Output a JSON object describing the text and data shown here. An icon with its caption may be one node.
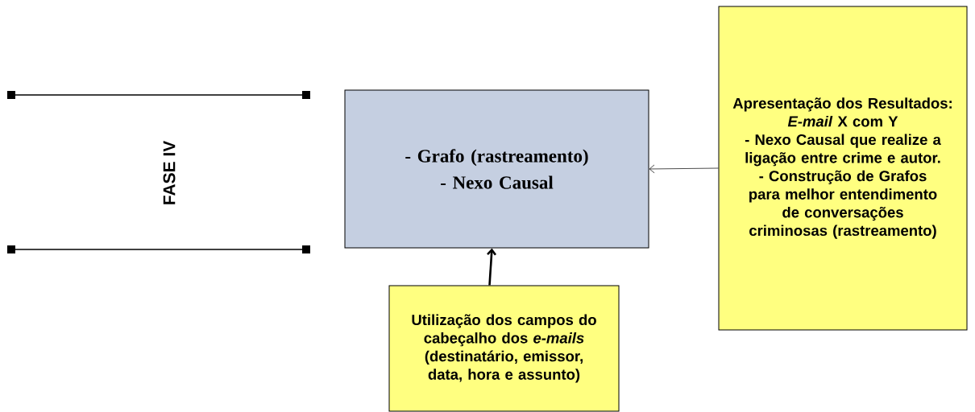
{
  "diagram": {
    "nodes": [
      {
        "text": [
          "- Grafo (rastreamento)",
          "- Nexo Causal"
        ]
      },
      {
        "text": [
          "Apresentação dos Resultados:",
          "*E-mail* X com Y",
          "- Nexo Causal que realize a ligação entre crime e autor.",
          "- Construção de Grafos para melhor entendimento de conversações criminosas (rastreamento)"
        ]
      },
      {
        "text": [
          "Utilização dos campos do cabeçalho dos *e-mails* (destinatário, emissor, data, hora e assunto)"
        ]
      }
    ],
    "edges": [
      {
        "from": 1,
        "to": 0,
        "arrow": "to"
      },
      {
        "from": 2,
        "to": 0,
        "arrow": "to",
        "style": "thick"
      }
    ],
    "labels": [
      "FASE IV"
    ]
  }
}
